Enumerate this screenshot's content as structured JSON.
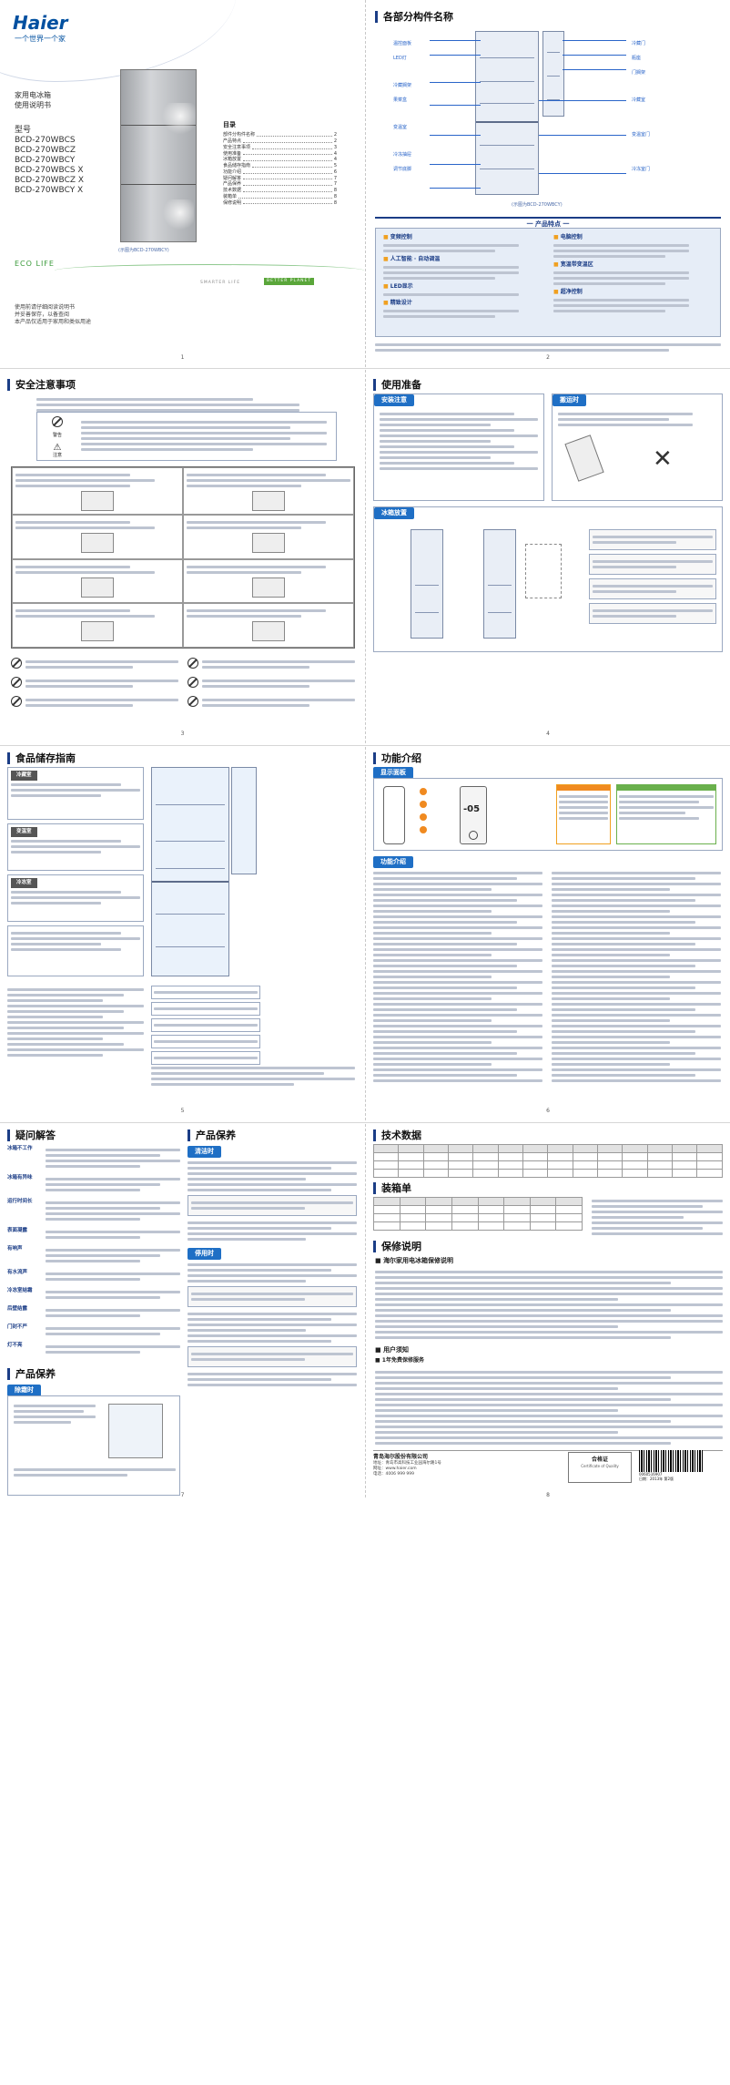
{
  "cover": {
    "brand": "Haier",
    "slogan": "一个世界一个家",
    "doc_type_1": "家用电冰箱",
    "doc_type_2": "使用说明书",
    "model_label": "型号",
    "models": [
      "BCD-270WBCS",
      "BCD-270WBCZ",
      "BCD-270WBCY",
      "BCD-270WBCS X",
      "BCD-270WBCZ X",
      "BCD-270WBCY X"
    ],
    "toc_title": "目录",
    "toc": [
      "部件分构件名称",
      "产品特点",
      "安全注意事项",
      "使用准备",
      "冰箱放置",
      "食品储存指南",
      "功能介绍",
      "疑问解答",
      "产品保养",
      "技术数据",
      "装箱单",
      "保修说明"
    ],
    "toc_pages": [
      "2",
      "2",
      "3",
      "4",
      "4",
      "5",
      "6",
      "7",
      "7",
      "8",
      "8",
      "8"
    ],
    "eco_logo": "ECO LIFE",
    "smarter_life": "SMARTER LIFE",
    "better_planet": "BETTER PLANET",
    "caption": "(示图为BCD-270WBCY)",
    "notice_1": "使用前请仔细阅读说明书",
    "notice_2": "并妥善保存，以备查阅",
    "notice_3": "本产品仅适用于家用和类似用途",
    "page": "1"
  },
  "p2": {
    "title": "各部分构件名称",
    "features_title": "一 产品特点 一",
    "features_left": [
      "变频控制",
      "人工智能 · 自动调温",
      "LED显示",
      "精致设计"
    ],
    "features_right": [
      "电脑控制",
      "宽温带变温区",
      "超净控制"
    ],
    "parts_left": [
      "温控面板",
      "LED灯",
      "冷藏搁架",
      "果菜盒",
      "变温室",
      "冷冻抽屉",
      "调节底脚"
    ],
    "parts_right": [
      "冷藏门",
      "瓶座",
      "门搁架",
      "冷藏室",
      "变温室门",
      "冷冻室门"
    ],
    "caption": "(示图为BCD-270WBCY)",
    "page": "2"
  },
  "p3": {
    "title": "安全注意事项",
    "warn_1": "警告",
    "warn_2": "注意",
    "page": "3"
  },
  "p4": {
    "title": "使用准备",
    "tab_1": "安装注意",
    "tab_2": "搬运时",
    "tab_3": "冰箱放置",
    "page": "4"
  },
  "p5": {
    "title": "食品储存指南",
    "zones": [
      "冷藏室",
      "变温室",
      "冷冻室"
    ],
    "page": "5"
  },
  "p6": {
    "title": "功能介绍",
    "tab_1": "显示面板",
    "tab_2": "功能介绍",
    "display_value": "-05",
    "page": "6"
  },
  "p7": {
    "title_qa": "疑问解答",
    "qa": [
      "冰箱不工作",
      "冰箱有异味",
      "运行时间长",
      "表面凝露",
      "有响声",
      "有水流声",
      "冷冻室结霜",
      "后壁结露",
      "门封不严",
      "灯不亮"
    ],
    "title_care": "产品保养",
    "tab_clean": "清洁时",
    "tab_stop": "停用时",
    "title_care2": "产品保养",
    "tab_defrost": "除霜时",
    "page": "7"
  },
  "p8": {
    "title_tech": "技术数据",
    "title_pack": "装箱单",
    "title_warranty": "保修说明",
    "warranty_sub_1": "海尔家用电冰箱保修说明",
    "warranty_sub_2": "用户须知",
    "warranty_sub_3": "1年免费保修服务",
    "company": "青岛海尔股份有限公司",
    "address": "地址：青岛市高科技工业园海尔路1号",
    "web": "网址：www.haier.com",
    "hotline": "电话：4006 999 999",
    "cert_title": "合格证",
    "cert_sub": "Certificate of Quality",
    "date_label": "日期：",
    "date_val": "2013年 第2版",
    "id_label": "0060516907",
    "page": "8"
  }
}
